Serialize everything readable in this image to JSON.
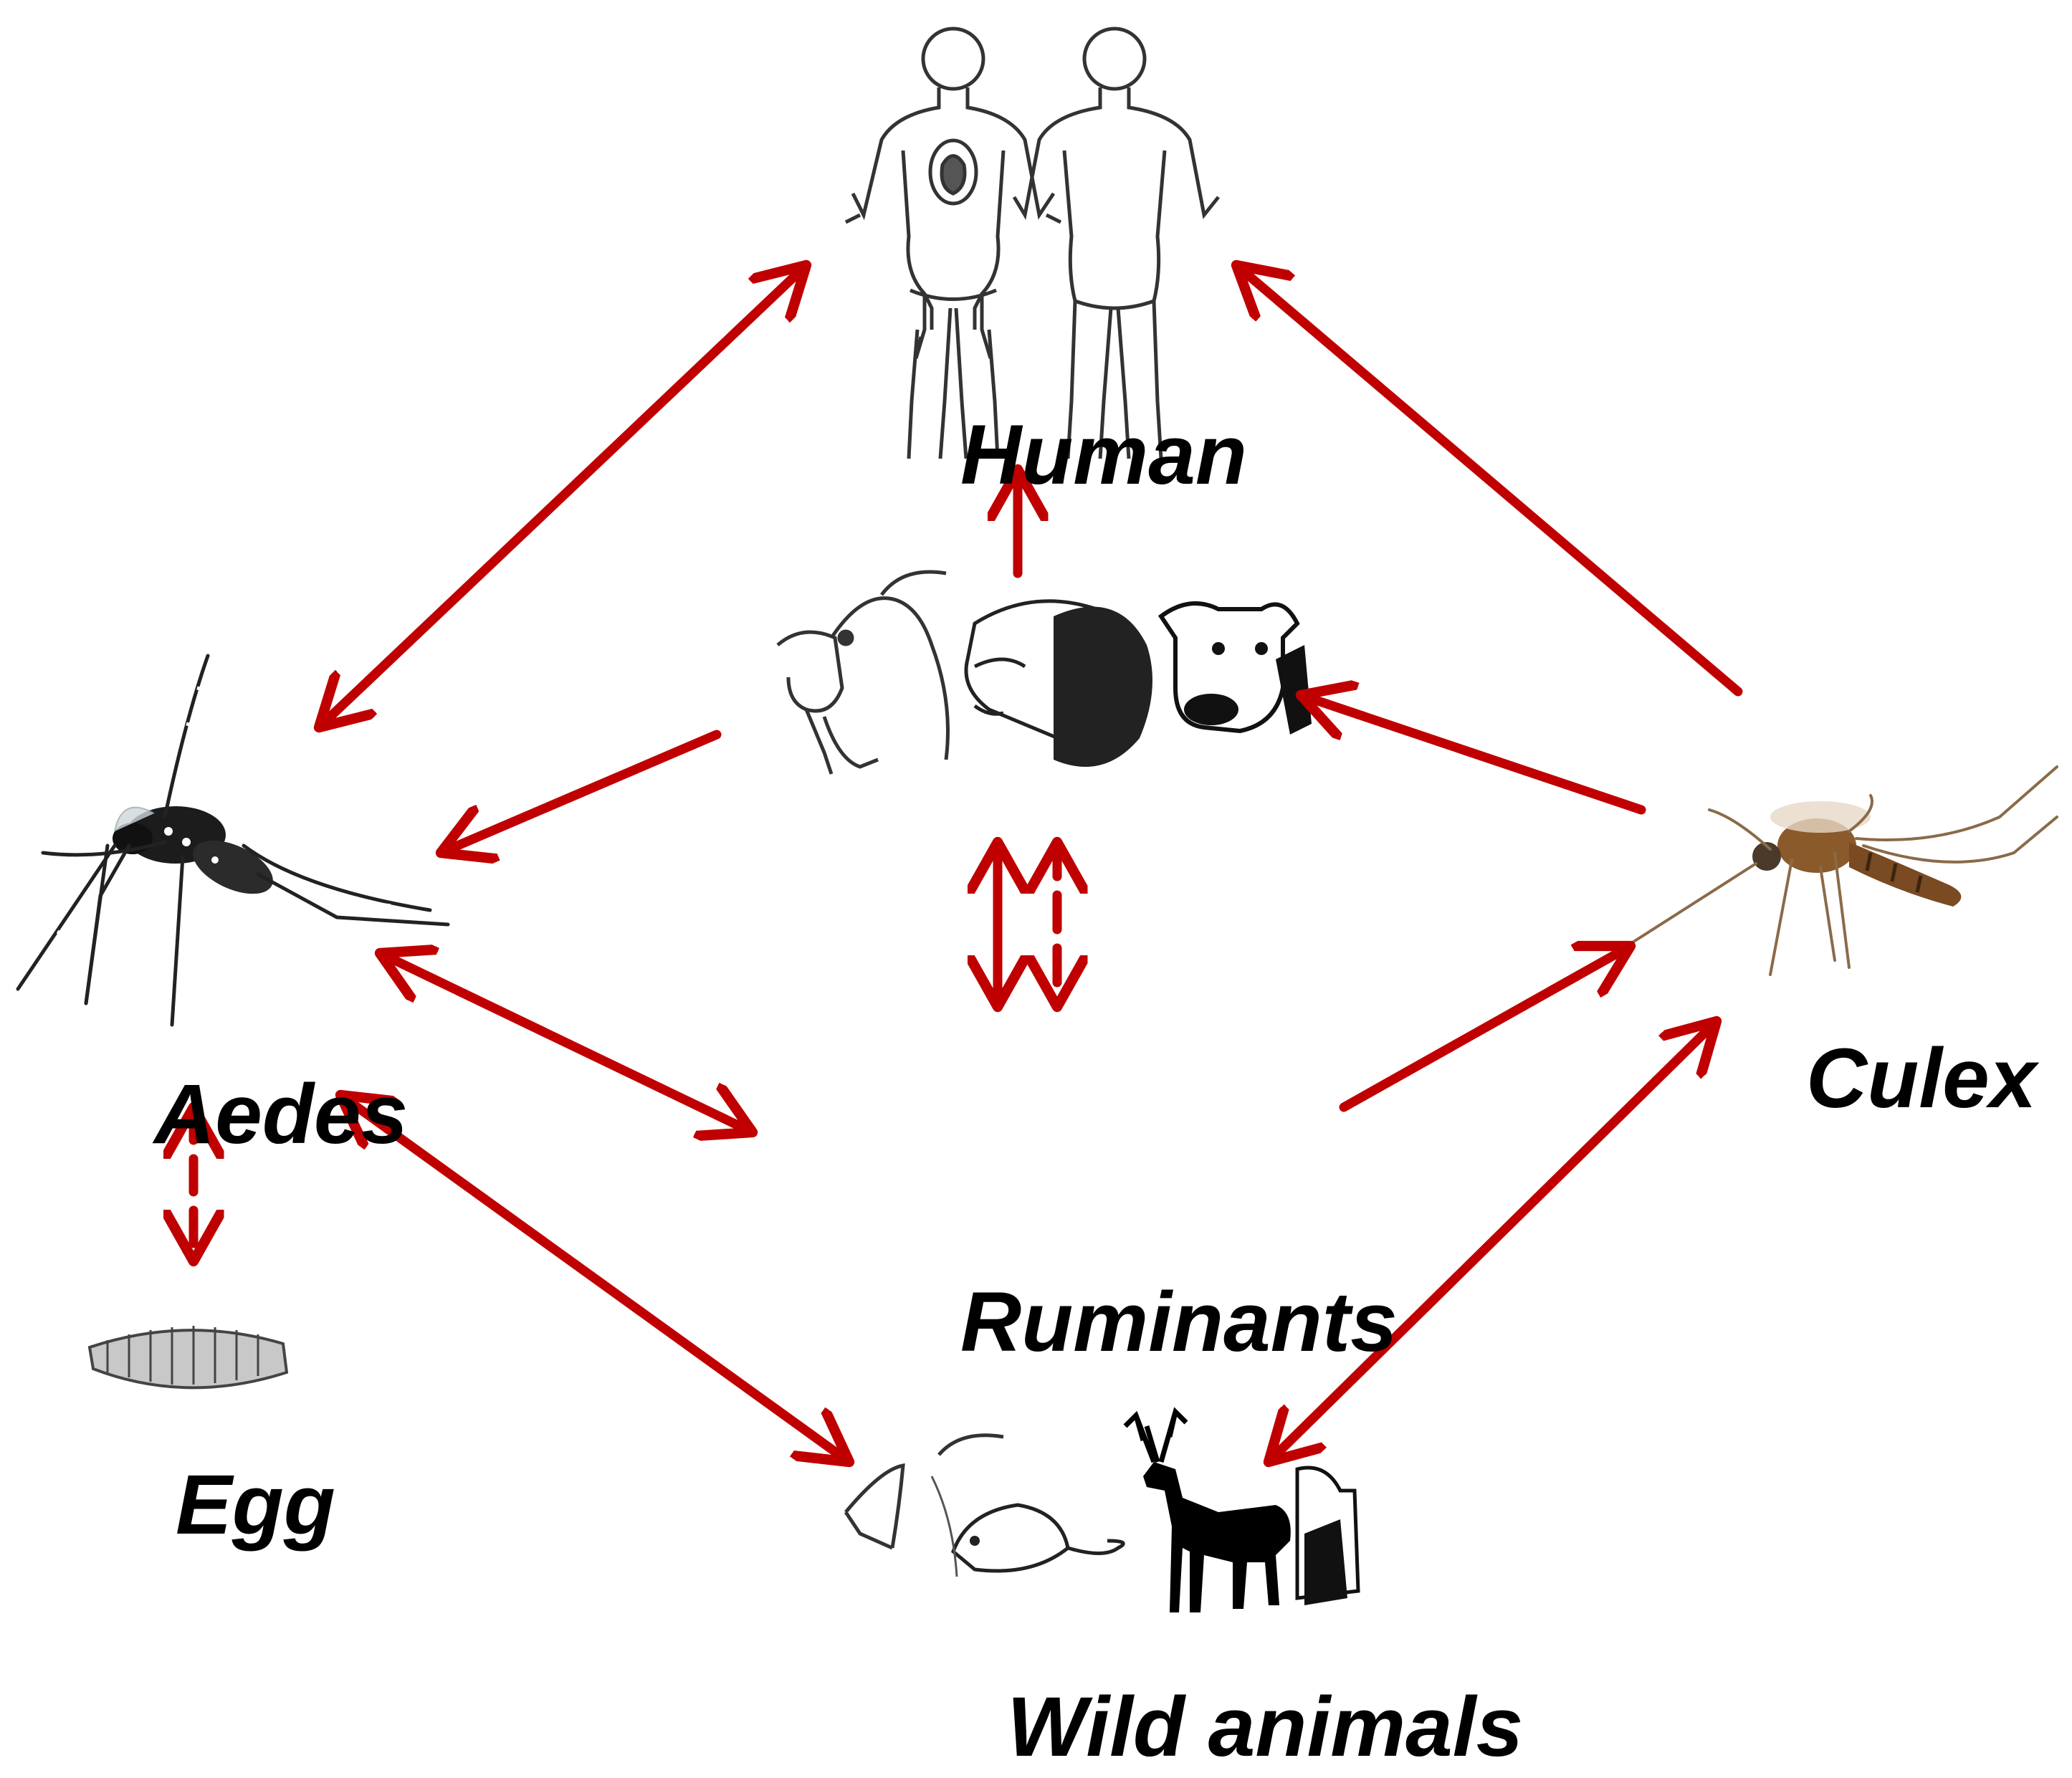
{
  "labels": {
    "human": "Human",
    "aedes": "Aedes",
    "culex": "Culex",
    "egg": "Egg",
    "ruminants": "Ruminants",
    "wild_animals": "Wild animals"
  },
  "icons": {
    "human": "human-couple-icon",
    "ruminants": "goat-sheep-cow-icon",
    "aedes": "aedes-mosquito-icon",
    "culex": "culex-mosquito-icon",
    "egg": "mosquito-egg-raft-icon",
    "wild_animals": "wild-animals-icon"
  },
  "colors": {
    "arrow": "#c00000",
    "text": "#000000"
  }
}
